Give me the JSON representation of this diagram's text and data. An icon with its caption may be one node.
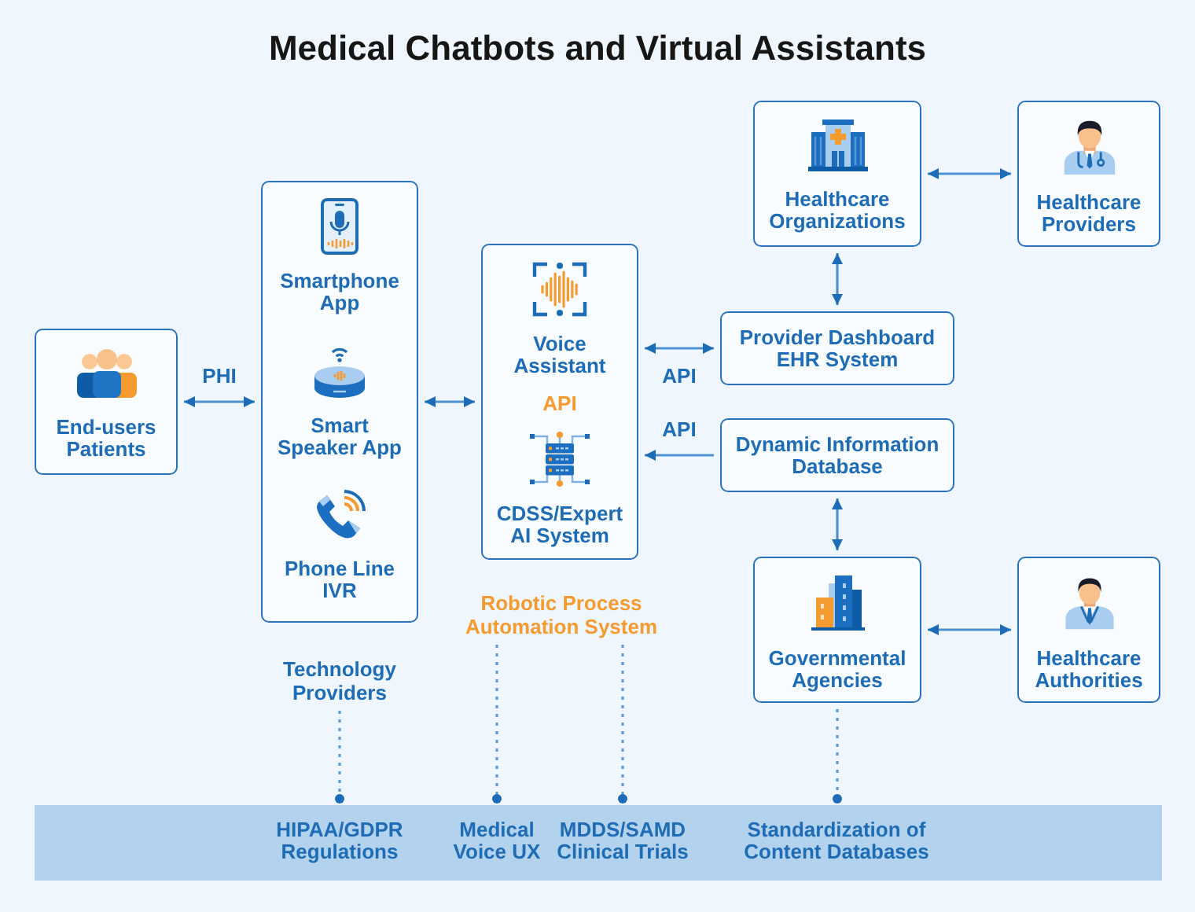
{
  "diagram": {
    "title": "Medical Chatbots and Virtual Assistants",
    "nodes": [
      {
        "text": [
          "End-users Patients"
        ]
      },
      {
        "text": [
          "Smartphone App",
          "Smart Speaker App",
          "Phone Line IVR"
        ]
      },
      {
        "text": [
          "Voice Assistant",
          "API",
          "CDSS/Expert AI System"
        ]
      },
      {
        "text": [
          "Healthcare Organizations"
        ]
      },
      {
        "text": [
          "Healthcare Providers"
        ]
      },
      {
        "text": [
          "Provider Dashboard EHR System"
        ]
      },
      {
        "text": [
          "Dynamic Information Database"
        ]
      },
      {
        "text": [
          "Governmental Agencies"
        ]
      },
      {
        "text": [
          "Healthcare Authorities"
        ]
      },
      {
        "text": [
          "Technology Providers"
        ]
      },
      {
        "text": [
          "Robotic Process Automation System"
        ]
      },
      {
        "text": [
          "HIPAA/GDPR Regulations",
          "Medical Voice UX",
          "MDDS/SAMD Clinical Trials",
          "Standardization of Content Databases"
        ]
      }
    ],
    "edges": [
      {
        "from": 0,
        "to": 1,
        "arrow": "both",
        "label": "PHI"
      },
      {
        "from": 1,
        "to": 2,
        "arrow": "both"
      },
      {
        "from": 2,
        "to": 5,
        "arrow": "both",
        "label": "API"
      },
      {
        "from": 6,
        "to": 2,
        "arrow": "to",
        "label": "API"
      },
      {
        "from": 3,
        "to": 4,
        "arrow": "both"
      },
      {
        "from": 3,
        "to": 5,
        "arrow": "both"
      },
      {
        "from": 6,
        "to": 7,
        "arrow": "both"
      },
      {
        "from": 7,
        "to": 8,
        "arrow": "both"
      },
      {
        "from": 9,
        "to": 11,
        "arrow": "other",
        "style": "dashed"
      },
      {
        "from": 10,
        "to": 11,
        "arrow": "other",
        "style": "dashed"
      },
      {
        "from": 10,
        "to": 11,
        "arrow": "other",
        "style": "dashed"
      },
      {
        "from": 7,
        "to": 11,
        "arrow": "other",
        "style": "dashed"
      }
    ]
  }
}
